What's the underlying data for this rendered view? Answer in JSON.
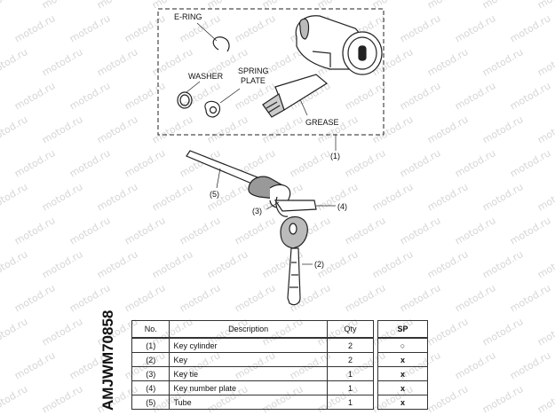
{
  "watermark": "motod.ru",
  "figure_code": "AMJWM70858",
  "labels": {
    "e_ring": "E-RING",
    "washer": "WASHER",
    "spring_plate_1": "SPRING",
    "spring_plate_2": "PLATE",
    "grease": "GREASE",
    "ref1": "(1)",
    "ref2": "(2)",
    "ref3": "(3)",
    "ref4": "(4)",
    "ref5": "(5)"
  },
  "table": {
    "headers": {
      "no": "No.",
      "description": "Description",
      "qty": "Qty",
      "sp": "SP"
    },
    "rows": [
      {
        "no": "(1)",
        "description": "Key cylinder",
        "qty": "2",
        "sp": "○"
      },
      {
        "no": "(2)",
        "description": "Key",
        "qty": "2",
        "sp": "x"
      },
      {
        "no": "(3)",
        "description": "Key tie",
        "qty": "1",
        "sp": "x"
      },
      {
        "no": "(4)",
        "description": "Key number plate",
        "qty": "1",
        "sp": "x"
      },
      {
        "no": "(5)",
        "description": "Tube",
        "qty": "1",
        "sp": "x"
      }
    ]
  }
}
